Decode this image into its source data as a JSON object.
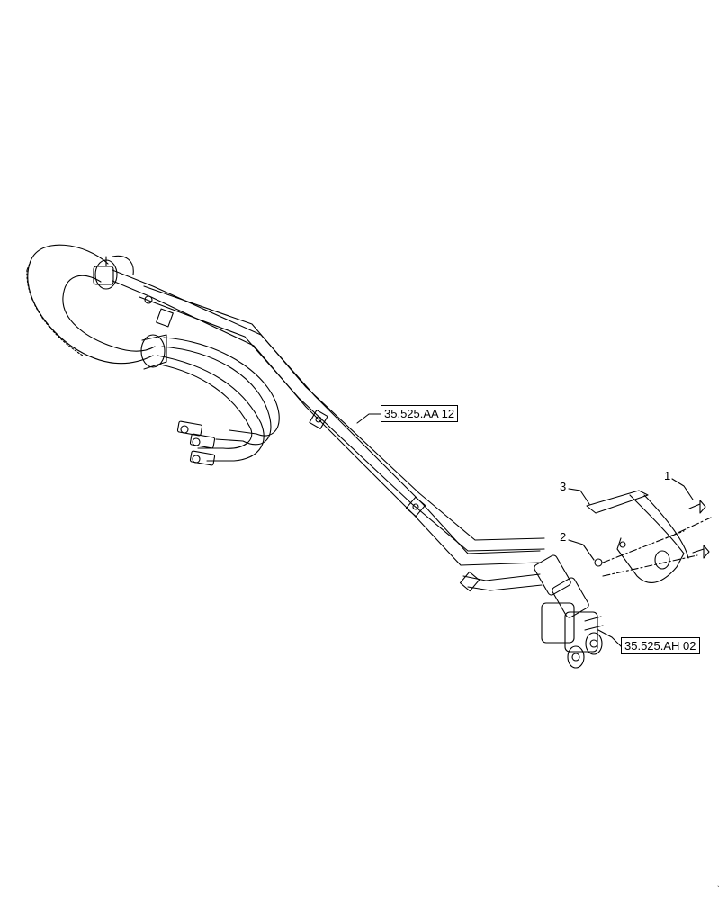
{
  "diagram": {
    "references": [
      {
        "id": "ref-aa12",
        "text": "35.525.AA 12"
      },
      {
        "id": "ref-ah02",
        "text": "35.525.AH 02"
      }
    ],
    "callouts": [
      {
        "id": "item-1",
        "text": "1"
      },
      {
        "id": "item-2",
        "text": "2"
      },
      {
        "id": "item-3",
        "text": "3"
      }
    ]
  }
}
